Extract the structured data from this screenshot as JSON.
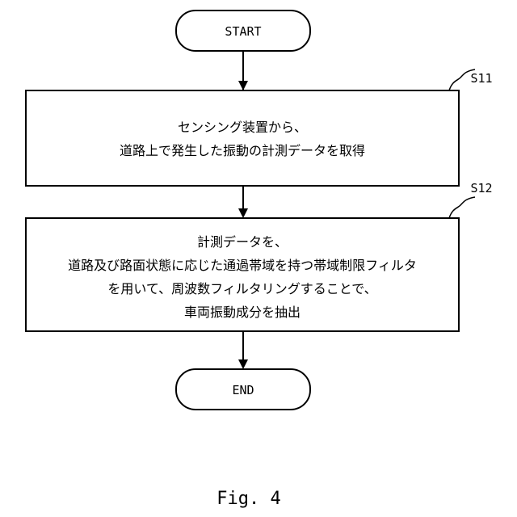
{
  "flowchart": {
    "start_label": "START",
    "end_label": "END",
    "steps": [
      {
        "id": "S11",
        "lines": [
          "センシング装置から、",
          "道路上で発生した振動の計測データを取得"
        ]
      },
      {
        "id": "S12",
        "lines": [
          "計測データを、",
          "道路及び路面状態に応じた通過帯域を持つ帯域制限フィルタ",
          "を用いて、周波数フィルタリングすることで、",
          "車両振動成分を抽出"
        ]
      }
    ]
  },
  "caption": "Fig. 4"
}
